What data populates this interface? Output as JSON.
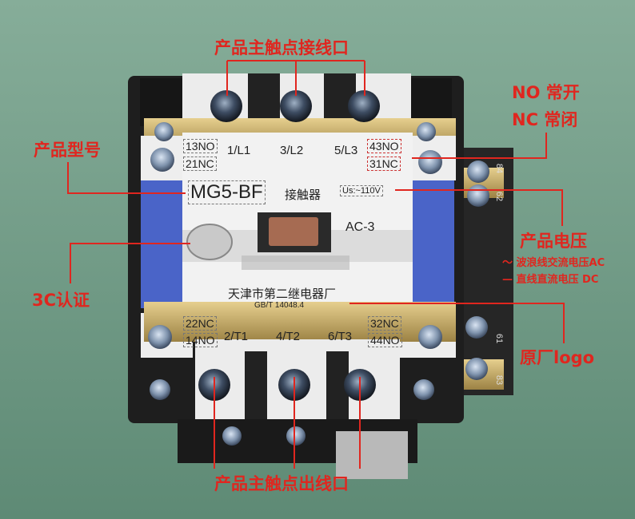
{
  "image": {
    "product_terminal_markings": {
      "top_labels": [
        "1/L1",
        "3/L2",
        "5/L3"
      ],
      "bottom_labels": [
        "2/T1",
        "4/T2",
        "6/T3"
      ],
      "aux_top_left": [
        "13NO",
        "21NC"
      ],
      "aux_top_right": [
        "43NO",
        "31NC"
      ],
      "aux_bottom_left": [
        "22NC",
        "14NO"
      ],
      "aux_bottom_right": [
        "32NC",
        "44NO"
      ],
      "model": "MG5-BF",
      "device_type": "接触器",
      "voltage": "Us:~110V",
      "utilization_category": "AC-3",
      "manufacturer": "天津市第二继电器厂",
      "standard": "GB/T 14048.4",
      "side_marks": [
        "61",
        "62",
        "83",
        "84"
      ]
    },
    "annotations": {
      "main_input": "产品主触点接线口",
      "no_nc_line1": "NO 常开",
      "no_nc_line2": "NC 常闭",
      "model_label": "产品型号",
      "voltage_label": "产品电压",
      "voltage_ac": "～ 波浪线交流电压AC",
      "voltage_dc": "— 直线直流电压 DC",
      "cert_label": "3C认证",
      "logo_label": "原厂logo",
      "main_output": "产品主触点出线口"
    },
    "colors": {
      "annotation_red": "#e0261f",
      "body_white": "#f2f2f2",
      "housing_black": "#1e1e1e",
      "side_blue": "#4a64c8",
      "background_green": "#6f9a86"
    }
  }
}
